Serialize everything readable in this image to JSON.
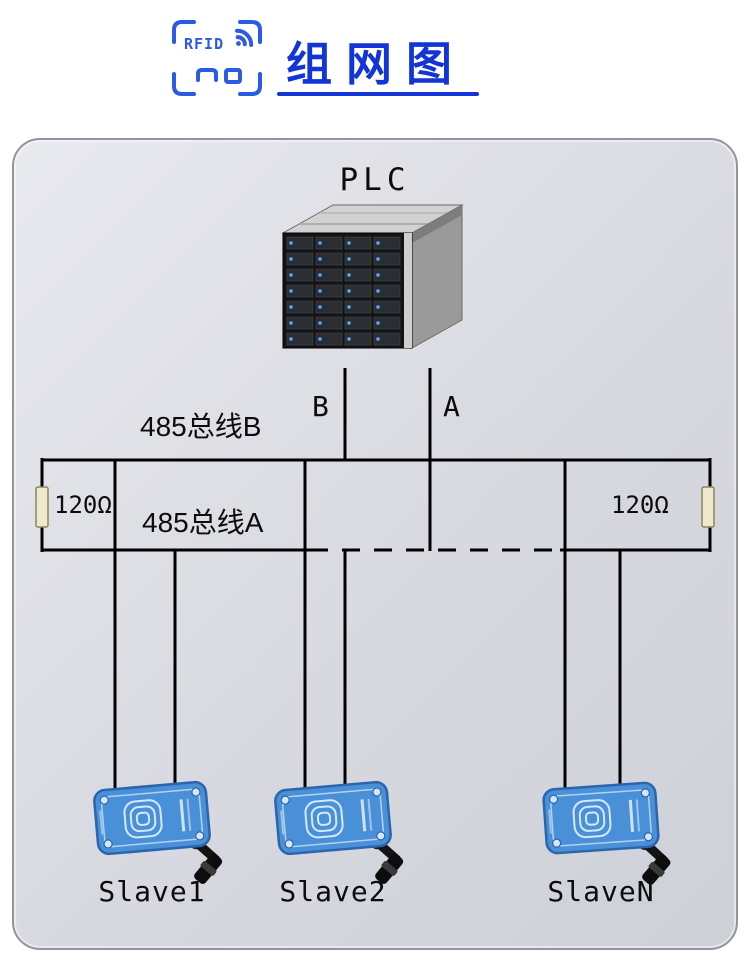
{
  "header": {
    "logo_text": "RFID",
    "title": "组网图"
  },
  "diagram": {
    "plc_label": "PLC",
    "bus_b_label": "485总线B",
    "bus_a_label": "485总线A",
    "line_b_label": "B",
    "line_a_label": "A",
    "terminator_left_label": "120Ω",
    "terminator_right_label": "120Ω",
    "slaves": [
      {
        "label": "Slave1"
      },
      {
        "label": "Slave2"
      },
      {
        "label": "SlaveN"
      }
    ],
    "colors": {
      "accent_blue": "#1334d6",
      "wire_black": "#000000",
      "device_blue": "#4a90d8",
      "terminator_fill": "#efe8cc",
      "panel_gray": "#d8d9e0"
    }
  }
}
